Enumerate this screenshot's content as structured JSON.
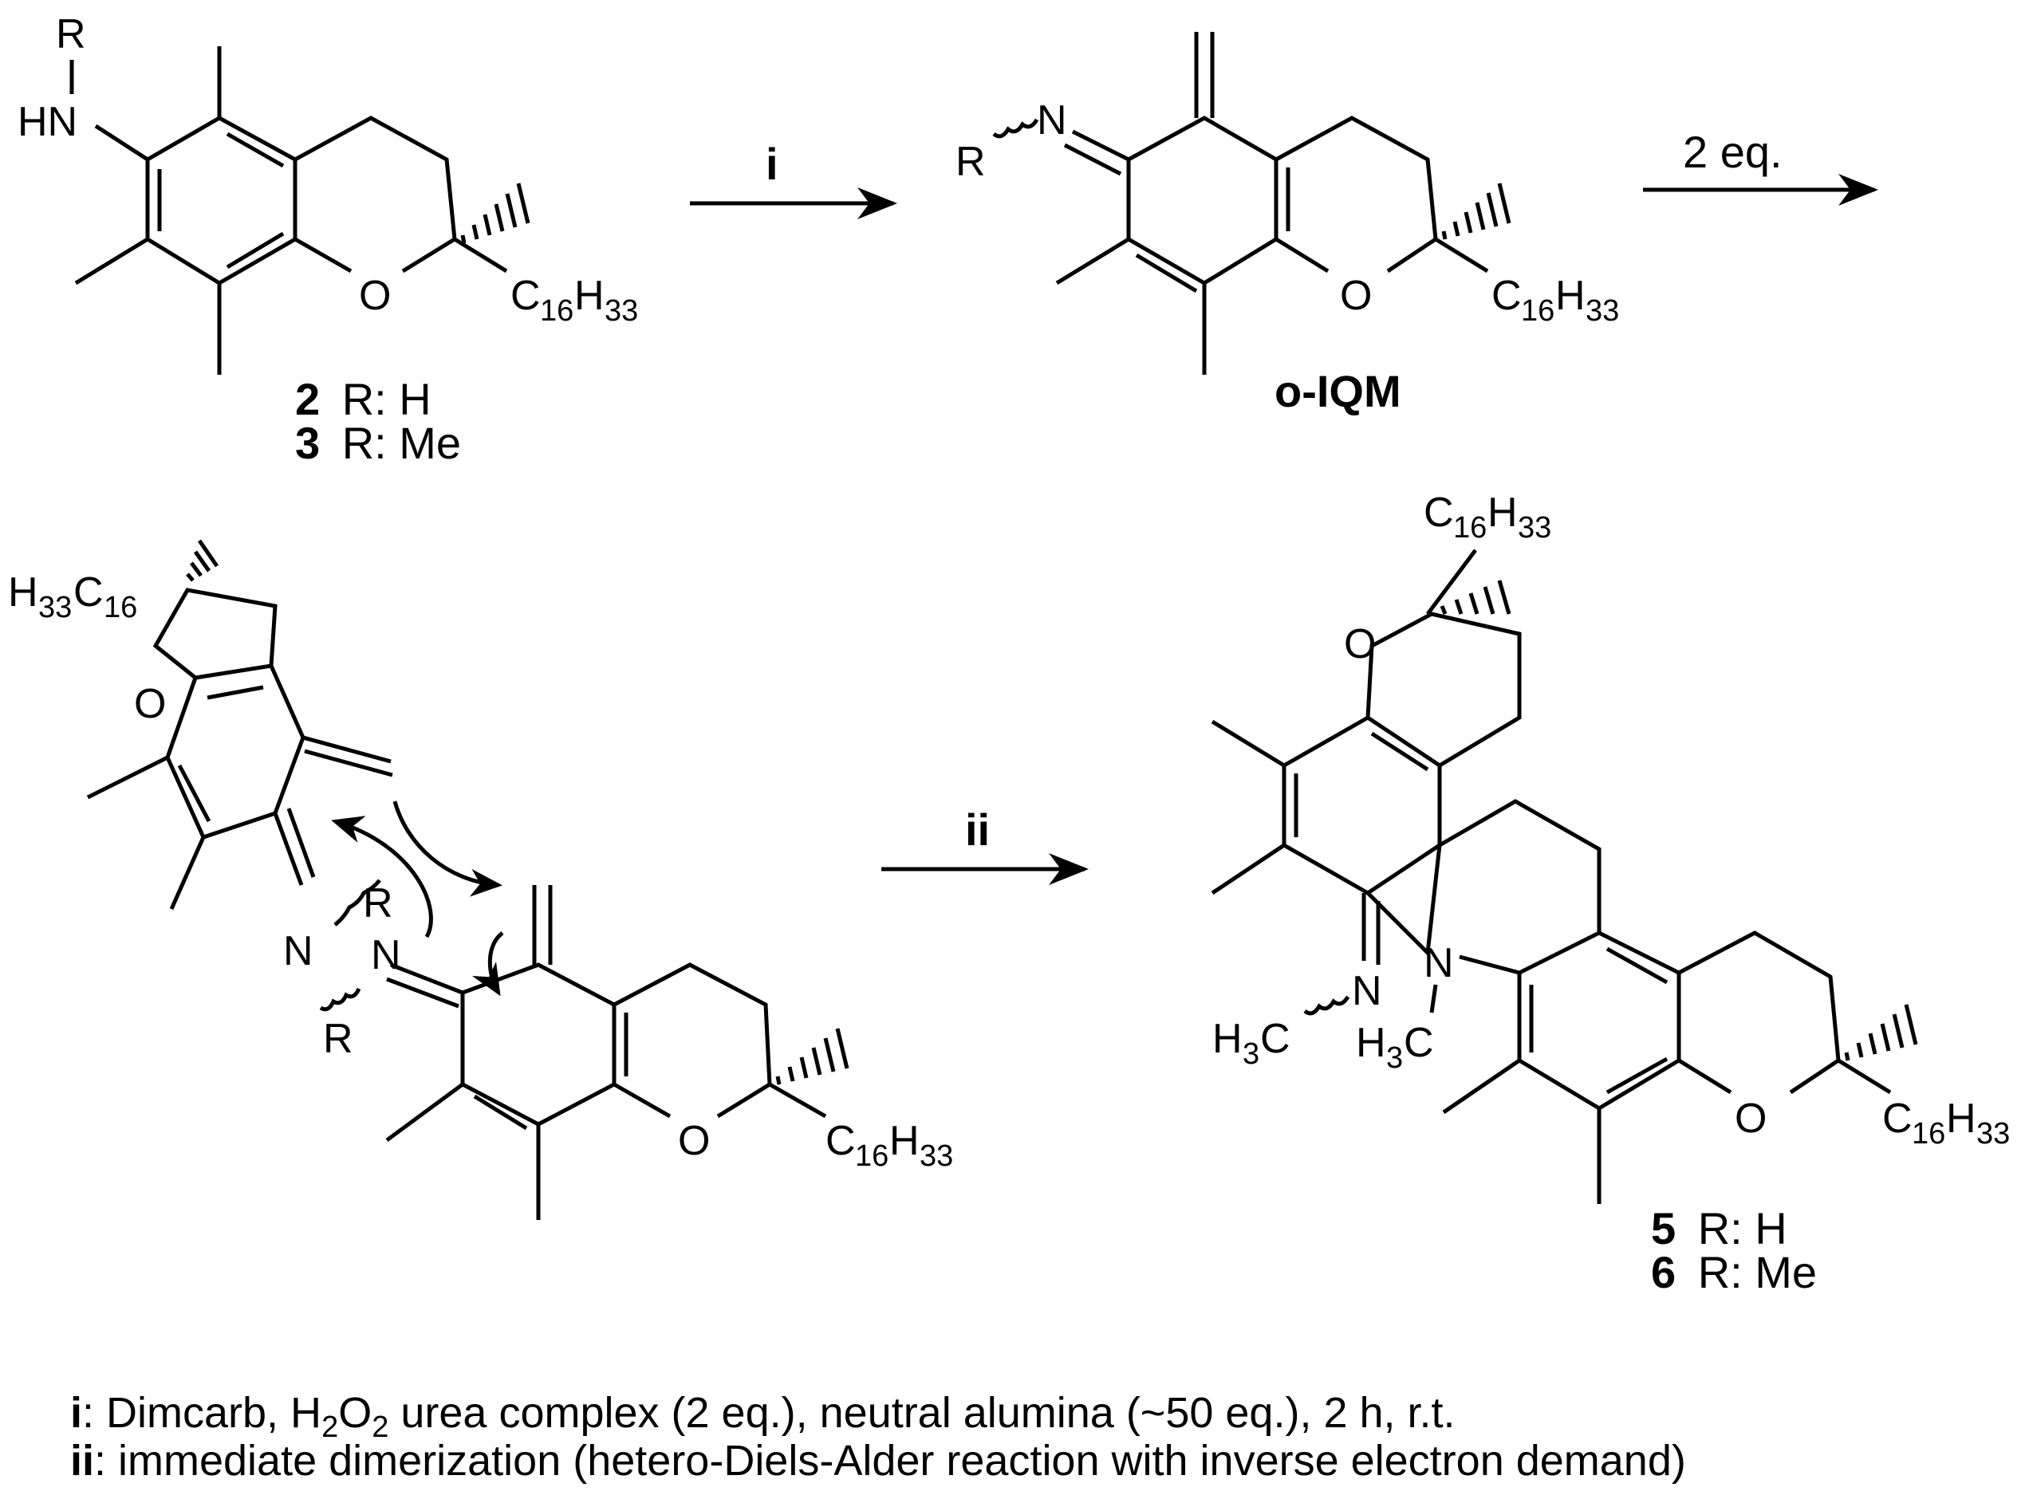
{
  "arrows": {
    "step1": "i",
    "step2": "2 eq.",
    "step3": "ii"
  },
  "atoms": {
    "R": "R",
    "HN": "HN",
    "N": "N",
    "O": "O",
    "C": "C",
    "H": "H",
    "C16": "16",
    "H33": "33",
    "H3": "3"
  },
  "compounds": {
    "start": [
      {
        "num": "2",
        "r": "R: H"
      },
      {
        "num": "3",
        "r": "R: Me"
      }
    ],
    "intermediate": "o-IQM",
    "product": [
      {
        "num": "5",
        "r": "R: H"
      },
      {
        "num": "6",
        "r": "R: Me"
      }
    ]
  },
  "conditions": {
    "i_label": "i",
    "i_text_a": ": Dimcarb, H",
    "i_sub_a": "2",
    "i_text_b": "O",
    "i_sub_b": "2",
    "i_text_c": " urea complex (2 eq.), neutral alumina (~50 eq.), 2 h, r.t.",
    "ii_label": "ii",
    "ii_text": ": immediate dimerization (hetero-Diels-Alder reaction with inverse electron demand)"
  }
}
